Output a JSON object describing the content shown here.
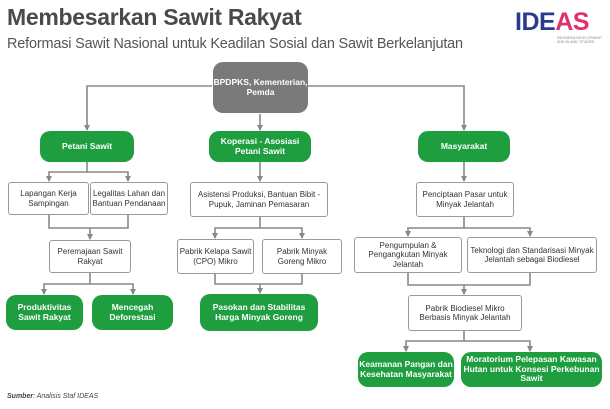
{
  "header": {
    "title": "Membesarkan Sawit Rakyat",
    "subtitle": "Reformasi Sawit Nasional untuk Keadilan Sosial dan Sawit Berkelanjutan"
  },
  "logo": {
    "word_left": "IDE",
    "word_right": "AS",
    "tagline": "INDONESIA DEVELOPMENT AND ISLAMIC STUDIES"
  },
  "diagram": {
    "top": "BPDPKS, Kementerian, Pemda",
    "col1": {
      "head": "Petani Sawit",
      "lapangan": "Lapangan Kerja Sampingan",
      "legalitas": "Legalitas Lahan dan Bantuan Pendanaan",
      "peremajaan": "Peremajaan Sawit Rakyat",
      "produktivitas": "Produktivitas Sawit Rakyat",
      "deforestasi": "Mencegah Deforestasi"
    },
    "col2": {
      "head": "Koperasi - Asosiasi Petani Sawit",
      "asistensi": "Asistensi Produksi, Bantuan Bibit - Pupuk, Jaminan Pemasaran",
      "pabrik_cpo": "Pabrik Kelapa Sawit (CPO) Mikro",
      "pabrik_minyak": "Pabrik Minyak Goreng Mikro",
      "pasokan": "Pasokan dan Stabilitas Harga Minyak Goreng"
    },
    "col3": {
      "head": "Masyarakat",
      "pasar": "Penciptaan Pasar untuk Minyak Jelantah",
      "pengumpulan": "Pengumpulan & Pengangkutan Minyak Jelantah",
      "teknologi": "Teknologi dan Standarisasi Minyak Jelantah sebagai Biodiesel",
      "biodiesel": "Pabrik Biodiesel Mikro Berbasis Minyak Jelantah",
      "keamanan": "Keamanan Pangan dan Kesehatan Masyarakat",
      "moratorium": "Moratorium Pelepasan Kawasan Hutan untuk Konsesi Perkebunan Sawit"
    }
  },
  "footer": {
    "source_label": "Sumber",
    "source_text": ": Analisis Staf IDEAS"
  },
  "colors": {
    "green": "#1e9e3e",
    "gray": "#7a7a7a",
    "line": "#888888",
    "logo_blue": "#2b3a8c",
    "logo_pink": "#e1306c"
  }
}
